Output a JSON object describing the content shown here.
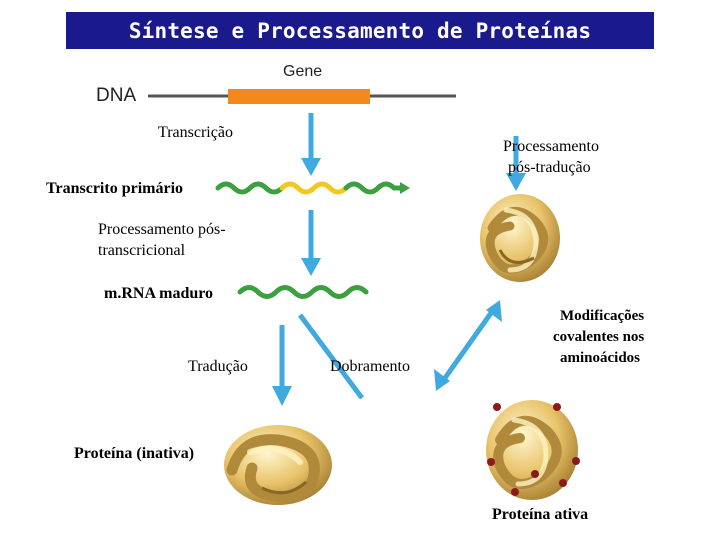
{
  "title": "Síntese e Processamento de Proteínas",
  "labels": {
    "gene": "Gene",
    "dna": "DNA",
    "transcricao": "Transcrição",
    "processamento_pos_traducao_1": "Processamento",
    "processamento_pos_traducao_2": "pós-tradução",
    "transcrito_primario": "Transcrito primário",
    "processamento_pos_transcricional_1": "Processamento pós-",
    "processamento_pos_transcricional_2": "transcricional",
    "mrna_maduro": "m.RNA maduro",
    "traducao": "Tradução",
    "dobramento": "Dobramento",
    "modificacoes_1": "Modificações",
    "modificacoes_2": "covalentes nos",
    "modificacoes_3": "aminoácidos",
    "proteina_inativa": "Proteína (inativa)",
    "proteina_ativa": "Proteína ativa"
  },
  "colors": {
    "title_bg": "#1a1a8c",
    "title_text": "#ffffff",
    "dna_line": "#555555",
    "gene_box": "#f08a1c",
    "arrow": "#3fa9e0",
    "rna_green": "#3aa040",
    "rna_yellow": "#f2c81e",
    "protein_fill": "#e8c36a",
    "protein_shade": "#b08a3a",
    "modification_dot": "#8b1a1a"
  }
}
